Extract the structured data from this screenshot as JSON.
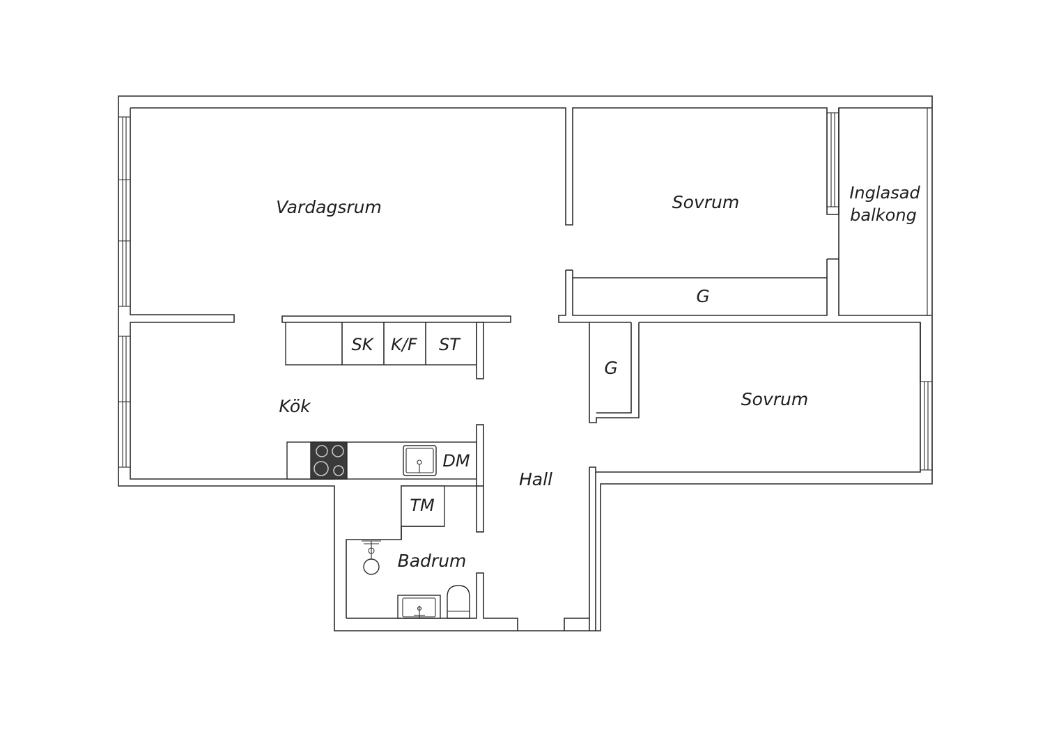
{
  "rooms": {
    "living_room": "Vardagsrum",
    "bedroom_top": "Sovrum",
    "bedroom_bottom": "Sovrum",
    "balcony_line1": "Inglasad",
    "balcony_line2": "balkong",
    "closet_horizontal": "G",
    "closet_vertical": "G",
    "kitchen": "Kök",
    "hall": "Hall",
    "bathroom": "Badrum"
  },
  "appliances": {
    "freezer": "SK",
    "fridge_freezer": "K/F",
    "cabinet": "ST",
    "dishwasher": "DM",
    "dryer": "TM"
  },
  "colors": {
    "walls": "#2b2b2b",
    "stove_top": "#3a3a3a",
    "background": "#ffffff"
  }
}
